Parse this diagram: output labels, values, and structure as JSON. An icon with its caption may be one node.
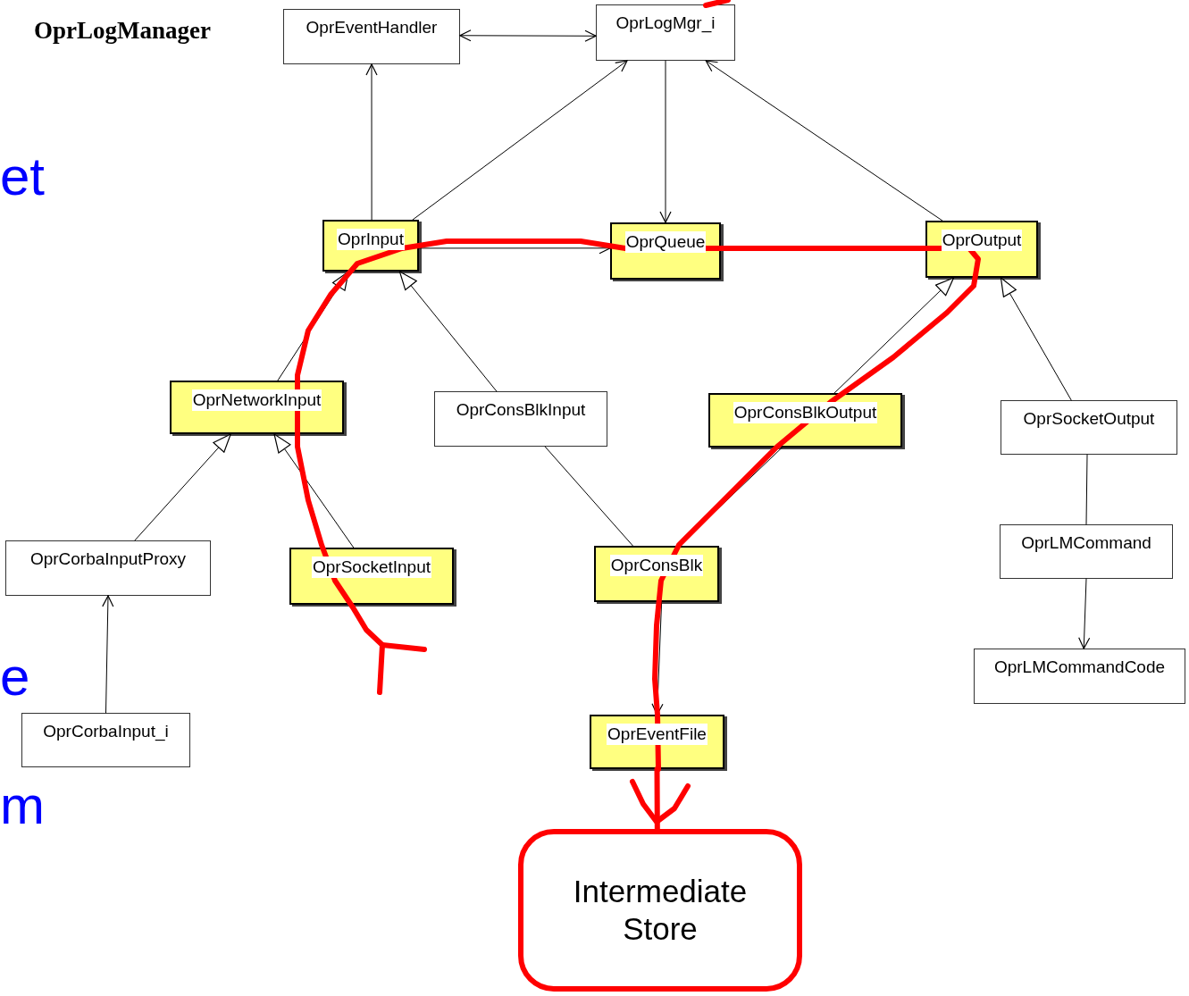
{
  "diagram": {
    "title": "OprLogManager",
    "nodes": [
      {
        "text": [
          "OprEventHandler"
        ]
      },
      {
        "text": [
          "OprLogMgr_i"
        ]
      },
      {
        "text": [
          "OprInput"
        ]
      },
      {
        "text": [
          "OprQueue"
        ]
      },
      {
        "text": [
          "OprOutput"
        ]
      },
      {
        "text": [
          "OprNetworkInput"
        ]
      },
      {
        "text": [
          "OprConsBlkInput"
        ]
      },
      {
        "text": [
          "OprConsBlkOutput"
        ]
      },
      {
        "text": [
          "OprSocketOutput"
        ]
      },
      {
        "text": [
          "OprCorbaInputProxy"
        ]
      },
      {
        "text": [
          "OprSocketInput"
        ]
      },
      {
        "text": [
          "OprConsBlk"
        ]
      },
      {
        "text": [
          "OprLMCommand"
        ]
      },
      {
        "text": [
          "OprCorbaInput_i"
        ]
      },
      {
        "text": [
          "OprLMCommandCode"
        ]
      },
      {
        "text": [
          "OprEventFile"
        ]
      },
      {
        "text": [
          "Intermediate Store"
        ]
      }
    ],
    "edges": [
      {
        "from": 0,
        "to": 1,
        "arrow": "both"
      },
      {
        "from": 2,
        "to": 0,
        "arrow": "to"
      },
      {
        "from": 2,
        "to": 1,
        "arrow": "to"
      },
      {
        "from": 1,
        "to": 3,
        "arrow": "to"
      },
      {
        "from": 4,
        "to": 1,
        "arrow": "to"
      },
      {
        "from": 2,
        "to": 3,
        "arrow": "to"
      },
      {
        "from": 5,
        "to": 2,
        "arrow": "to"
      },
      {
        "from": 6,
        "to": 2,
        "arrow": "to"
      },
      {
        "from": 7,
        "to": 4,
        "arrow": "to"
      },
      {
        "from": 8,
        "to": 4,
        "arrow": "to"
      },
      {
        "from": 9,
        "to": 5,
        "arrow": "to"
      },
      {
        "from": 10,
        "to": 5,
        "arrow": "to"
      },
      {
        "from": 6,
        "to": 11,
        "arrow": "none"
      },
      {
        "from": 11,
        "to": 7,
        "arrow": "none"
      },
      {
        "from": 8,
        "to": 12,
        "arrow": "none"
      },
      {
        "from": 12,
        "to": 14,
        "arrow": "to"
      },
      {
        "from": 13,
        "to": 9,
        "arrow": "to"
      },
      {
        "from": 11,
        "to": 15,
        "arrow": "to"
      },
      {
        "from": 15,
        "to": 16,
        "arrow": "none",
        "style": "thick",
        "color": "#ff0000"
      }
    ],
    "labels": [
      "et",
      "e",
      "m"
    ]
  }
}
